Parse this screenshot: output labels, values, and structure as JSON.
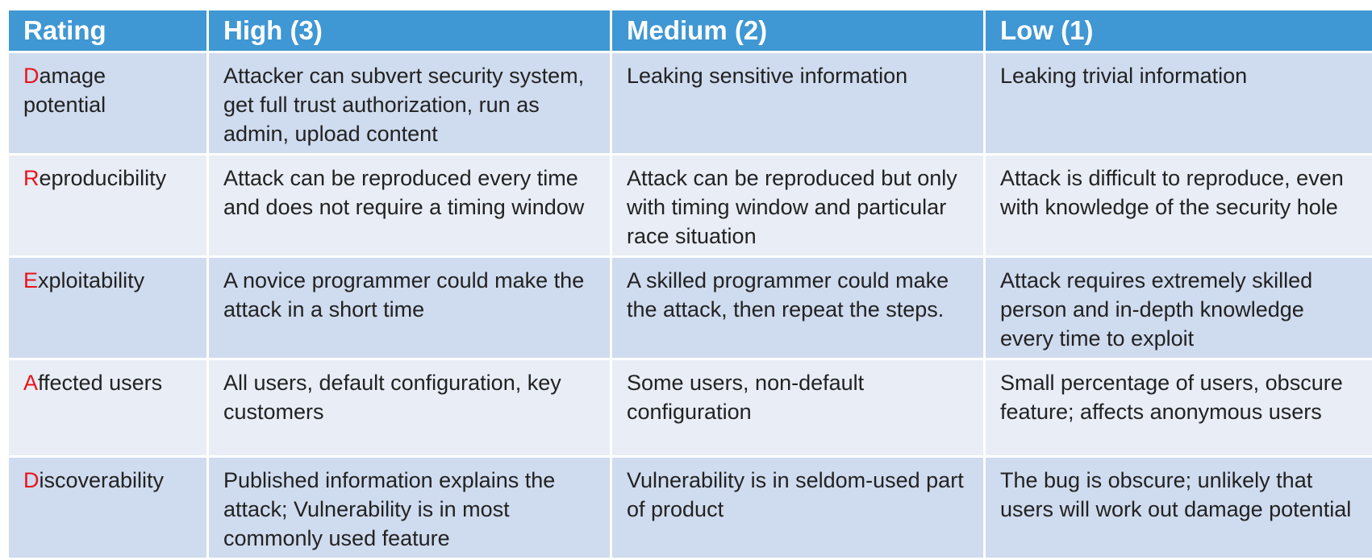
{
  "headers": {
    "rating": "Rating",
    "high": "High (3)",
    "medium": "Medium (2)",
    "low": "Low (1)"
  },
  "rows": [
    {
      "letter": "D",
      "rest": "amage potential",
      "high": "Attacker can subvert security system, get full trust authorization, run as admin, upload content",
      "medium": "Leaking sensitive information",
      "low": "Leaking trivial information"
    },
    {
      "letter": "R",
      "rest": "eproducibility",
      "high": "Attack can be reproduced every time and does not require a timing window",
      "medium": "Attack can be reproduced but only with timing window and particular race situation",
      "low": "Attack is difficult to reproduce, even with knowledge of the security hole"
    },
    {
      "letter": "E",
      "rest": "xploitability",
      "high": "A novice programmer could make the attack in a short time",
      "medium": "A skilled programmer could make the attack, then repeat the steps.",
      "low": "Attack requires extremely skilled person and in-depth knowledge every time to exploit"
    },
    {
      "letter": "A",
      "rest": "ffected users",
      "high": "All users, default configuration, key customers",
      "medium": "Some users, non-default configuration",
      "low": "Small percentage of users, obscure feature; affects anonymous users"
    },
    {
      "letter": "D",
      "rest": "iscoverability",
      "high": "Published information explains the attack; Vulnerability is in most commonly used feature",
      "medium": "Vulnerability is in seldom-used part of product",
      "low": "The bug is obscure; unlikely that users will work out damage potential"
    }
  ],
  "colors": {
    "header_bg": "#3f97d4",
    "row_odd_bg": "#cfdbee",
    "row_even_bg": "#e8edf6",
    "accent_letter": "#e8141a"
  }
}
